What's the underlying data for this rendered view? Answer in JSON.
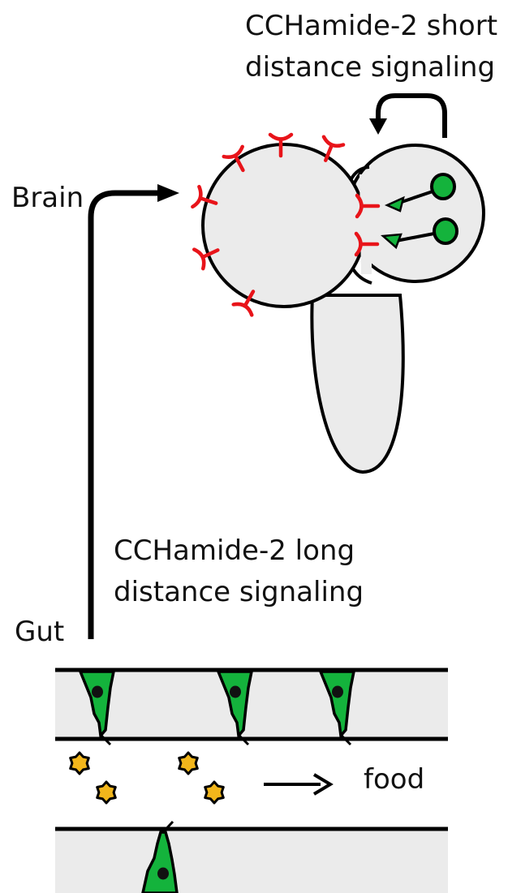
{
  "labels": {
    "short_line1": "CCHamide-2 short",
    "short_line2": "distance signaling",
    "brain": "Brain",
    "long_line1": "CCHamide-2 long",
    "long_line2": "distance signaling",
    "gut": "Gut",
    "food": "food"
  },
  "colors": {
    "tissue_fill": "#ebebeb",
    "outline": "#000000",
    "receptor": "#e8141a",
    "neuron_green": "#14b33c",
    "star_yellow": "#f2b61b",
    "background": "#ffffff"
  }
}
